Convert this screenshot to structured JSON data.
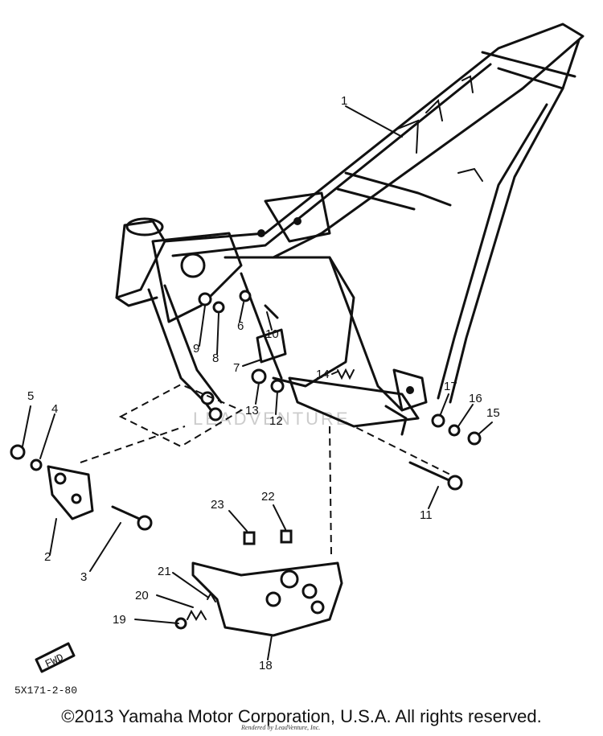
{
  "callouts": [
    {
      "id": "1",
      "text": "1"
    },
    {
      "id": "2",
      "text": "2"
    },
    {
      "id": "3",
      "text": "3"
    },
    {
      "id": "4",
      "text": "4"
    },
    {
      "id": "5",
      "text": "5"
    },
    {
      "id": "6",
      "text": "6"
    },
    {
      "id": "7",
      "text": "7"
    },
    {
      "id": "8",
      "text": "8"
    },
    {
      "id": "9",
      "text": "9"
    },
    {
      "id": "10",
      "text": "10"
    },
    {
      "id": "11",
      "text": "11"
    },
    {
      "id": "12",
      "text": "12"
    },
    {
      "id": "13",
      "text": "13"
    },
    {
      "id": "14",
      "text": "14"
    },
    {
      "id": "15",
      "text": "15"
    },
    {
      "id": "16",
      "text": "16"
    },
    {
      "id": "17",
      "text": "17"
    },
    {
      "id": "18",
      "text": "18"
    },
    {
      "id": "19",
      "text": "19"
    },
    {
      "id": "20",
      "text": "20"
    },
    {
      "id": "21",
      "text": "21"
    },
    {
      "id": "22",
      "text": "22"
    },
    {
      "id": "23",
      "text": "23"
    }
  ],
  "fwd_label": "FWD",
  "diagram_code": "5X171-2-80",
  "watermark": "LEADVENTURE",
  "credit": "Rendered by LeadVenture, Inc.",
  "copyright": "©2013 Yamaha Motor Corporation, U.S.A. All rights reserved."
}
